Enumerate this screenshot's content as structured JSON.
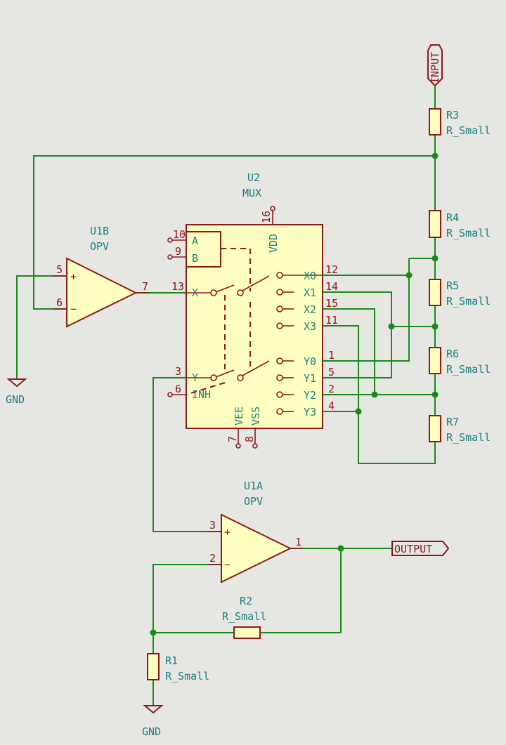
{
  "colors": {
    "background": "#e6e6e2",
    "wire": "#1a8a1a",
    "component": "#8b1a1a",
    "component_fill": "#ffffc0",
    "label": "#1a8080"
  },
  "ports": {
    "input": "INPUT",
    "output": "OUTPUT"
  },
  "power": {
    "gnd_top": "GND",
    "gnd_bottom": "GND"
  },
  "u2": {
    "ref": "U2",
    "value": "MUX",
    "pins": {
      "a": "A",
      "b": "B",
      "x": "X",
      "y": "Y",
      "inh": "INH",
      "vdd": "VDD",
      "vee": "VEE",
      "vss": "VSS",
      "x0": "X0",
      "x1": "X1",
      "x2": "X2",
      "x3": "X3",
      "y0": "Y0",
      "y1": "Y1",
      "y2": "Y2",
      "y3": "Y3"
    },
    "pin_numbers": {
      "a": "10",
      "b": "9",
      "x": "13",
      "y": "3",
      "inh": "6",
      "vdd": "16",
      "vee": "7",
      "vss": "8",
      "x0": "12",
      "x1": "14",
      "x2": "15",
      "x3": "11",
      "y0": "1",
      "y1": "5",
      "y2": "2",
      "y3": "4"
    }
  },
  "u1b": {
    "ref": "U1B",
    "value": "OPV",
    "plus": "+",
    "minus": "−",
    "pin_plus": "5",
    "pin_minus": "6",
    "pin_out": "7"
  },
  "u1a": {
    "ref": "U1A",
    "value": "OPV",
    "plus": "+",
    "minus": "−",
    "pin_plus": "3",
    "pin_minus": "2",
    "pin_out": "1"
  },
  "resistors": {
    "r1": {
      "ref": "R1",
      "value": "R_Small"
    },
    "r2": {
      "ref": "R2",
      "value": "R_Small"
    },
    "r3": {
      "ref": "R3",
      "value": "R_Small"
    },
    "r4": {
      "ref": "R4",
      "value": "R_Small"
    },
    "r5": {
      "ref": "R5",
      "value": "R_Small"
    },
    "r6": {
      "ref": "R6",
      "value": "R_Small"
    },
    "r7": {
      "ref": "R7",
      "value": "R_Small"
    }
  }
}
